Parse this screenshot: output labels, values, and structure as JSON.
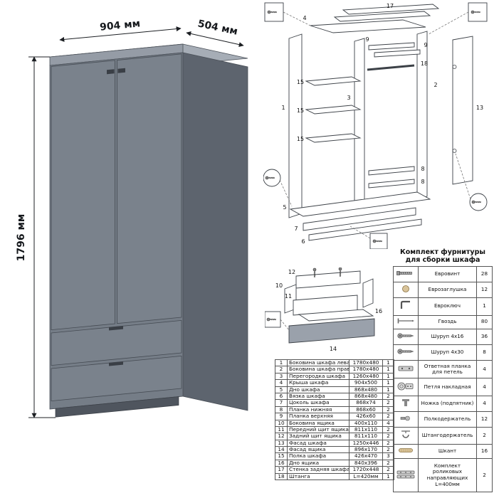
{
  "dimensions": {
    "width": "904 мм",
    "depth": "504 мм",
    "height": "1796 мм"
  },
  "colors": {
    "front": "#757d87",
    "side": "#5d646e",
    "top": "#a6adb6",
    "top_edge": "#959ca6",
    "door": "#7a828c",
    "facade": "#9aa1ab",
    "plinth": "#4f555e"
  },
  "exploded": {
    "callouts": [
      "17",
      "4",
      "9",
      "9",
      "18",
      "1",
      "3",
      "2",
      "13",
      "15",
      "15",
      "15",
      "8",
      "8",
      "5",
      "7",
      "6"
    ]
  },
  "drawer": {
    "callouts": [
      "12",
      "10",
      "11",
      "16",
      "14"
    ]
  },
  "hardware": {
    "title_line1": "Комплект фурнитуры",
    "title_line2": "для сборки шкафа",
    "items": [
      {
        "name": "Евровинт",
        "qty": "28",
        "icon": "euro-screw-icon"
      },
      {
        "name": "Еврозаглушка",
        "qty": "12",
        "icon": "euro-cap-icon"
      },
      {
        "name": "Евроключ",
        "qty": "1",
        "icon": "hex-key-icon"
      },
      {
        "name": "Гвоздь",
        "qty": "80",
        "icon": "nail-icon"
      },
      {
        "name": "Шуруп 4x16",
        "qty": "36",
        "icon": "screw-icon"
      },
      {
        "name": "Шуруп 4x30",
        "qty": "8",
        "icon": "screw-icon"
      },
      {
        "name": "Ответная планка для петель",
        "qty": "4",
        "icon": "striker-plate-icon"
      },
      {
        "name": "Петля накладная",
        "qty": "4",
        "icon": "hinge-icon"
      },
      {
        "name": "Ножка (подпятник)",
        "qty": "4",
        "icon": "foot-icon"
      },
      {
        "name": "Полкодержатель",
        "qty": "12",
        "icon": "shelf-pin-icon"
      },
      {
        "name": "Штангодержатель",
        "qty": "2",
        "icon": "rod-holder-icon"
      },
      {
        "name": "Шкант",
        "qty": "16",
        "icon": "dowel-icon"
      },
      {
        "name": "Комплект роликовых направляющих L=400мм",
        "qty": "2",
        "icon": "slides-icon"
      }
    ]
  },
  "parts": {
    "rows": [
      {
        "n": "1",
        "name": "Боковина шкафа левая",
        "size": "1780x480",
        "qty": "1"
      },
      {
        "n": "2",
        "name": "Боковина шкафа правая",
        "size": "1780x480",
        "qty": "1"
      },
      {
        "n": "3",
        "name": "Перегородка шкафа",
        "size": "1260x480",
        "qty": "1"
      },
      {
        "n": "4",
        "name": "Крыша шкафа",
        "size": "904x500",
        "qty": "1"
      },
      {
        "n": "5",
        "name": "Дно шкафа",
        "size": "868x480",
        "qty": "1"
      },
      {
        "n": "6",
        "name": "Вязка шкафа",
        "size": "868x480",
        "qty": "2"
      },
      {
        "n": "7",
        "name": "Цоколь шкафа",
        "size": "868x74",
        "qty": "2"
      },
      {
        "n": "8",
        "name": "Планка нижняя",
        "size": "868x60",
        "qty": "2"
      },
      {
        "n": "9",
        "name": "Планка верхняя",
        "size": "426x60",
        "qty": "2"
      },
      {
        "n": "10",
        "name": "Боковина ящика",
        "size": "400x110",
        "qty": "4"
      },
      {
        "n": "11",
        "name": "Передний щит ящика",
        "size": "811x110",
        "qty": "2"
      },
      {
        "n": "12",
        "name": "Задний щит ящика",
        "size": "811x110",
        "qty": "2"
      },
      {
        "n": "13",
        "name": "Фасад шкафа",
        "size": "1250x446",
        "qty": "2"
      },
      {
        "n": "14",
        "name": "Фасад ящика",
        "size": "896x170",
        "qty": "2"
      },
      {
        "n": "15",
        "name": "Полка шкафа",
        "size": "426x470",
        "qty": "3"
      },
      {
        "n": "16",
        "name": "Дно ящика",
        "size": "840x396",
        "qty": "2"
      },
      {
        "n": "17",
        "name": "Стенка задняя шкафа",
        "size": "1720x448",
        "qty": "2"
      },
      {
        "n": "18",
        "name": "Штанга",
        "size": "L=420мм",
        "qty": "1"
      }
    ]
  }
}
